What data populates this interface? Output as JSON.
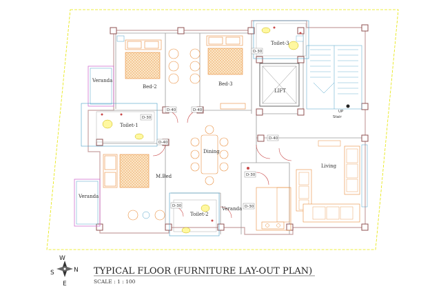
{
  "title": "TYPICAL FLOOR (FURNITURE LAY-OUT PLAN)",
  "scale": "SCALE : 1 : 100",
  "compass": {
    "north": "N",
    "south": "S",
    "east": "E",
    "west": "W"
  },
  "rooms": {
    "bed2": "Bed-2",
    "bed3": "Bed-3",
    "mbed": "M.Bed",
    "dining": "Dining",
    "living": "Living",
    "lift": "LIFT",
    "toilet1": "Toilet-1",
    "toilet2": "Toilet-2",
    "toilet3": "Toilet-3",
    "veranda_top": "Veranda",
    "veranda_left": "Veranda",
    "veranda_mid": "Veranda",
    "stair": "Stair",
    "up": "UP"
  },
  "door_tags": {
    "d30_toilet3": "D-30",
    "d30_toilet1": "D-30",
    "d40_bed2": "D-40",
    "d40_bed3": "D-40",
    "d40_mbed": "D-40",
    "d40_living": "D-40",
    "d30_kitchen": "D-30",
    "d30_toilet2": "D-30",
    "d30_veranda": "D-30"
  },
  "colors": {
    "wall": "#c8a0a0",
    "furniture": "#e88c3a",
    "door": "#c94a4a",
    "wet_area": "#4aa0c8",
    "site_boundary": "#e6e600"
  }
}
